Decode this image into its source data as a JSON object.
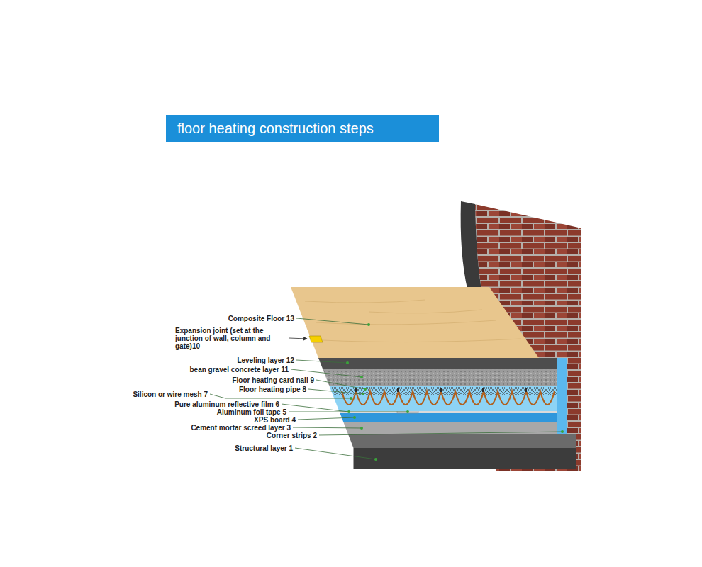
{
  "diagram": {
    "title": "floor heating construction steps",
    "labels": [
      "Composite Floor 13",
      "Expansion joint (set at the junction of wall, column and gate)10",
      "Leveling layer 12",
      "bean gravel concrete layer 11",
      "Floor heating card nail 9",
      "Floor heating pipe 8",
      "Silicon or wire mesh 7",
      "Pure aluminum reflective film 6",
      "Aluminum foil tape 5",
      "XPS board 4",
      "Cement mortar screed layer 3",
      "Corner strips 2",
      "Structural layer 1"
    ]
  }
}
